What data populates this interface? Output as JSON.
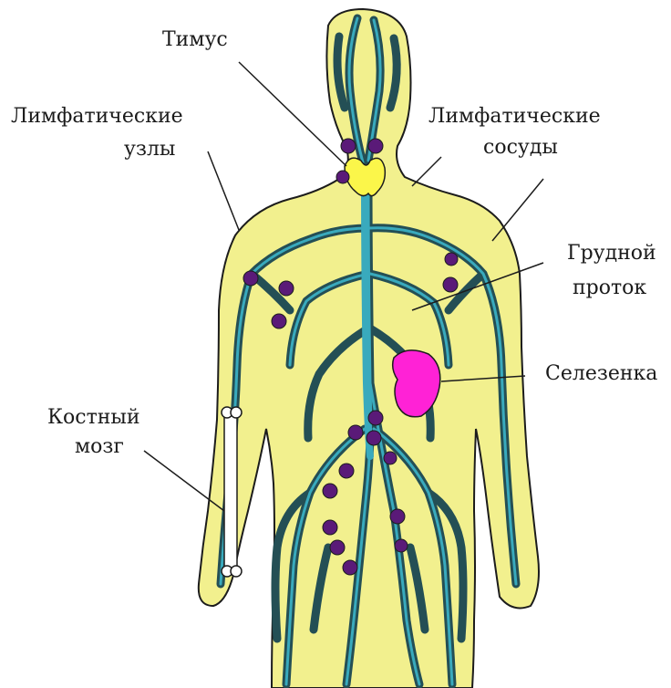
{
  "labels": {
    "thymus": "Тимус",
    "lymph_nodes_line1": "Лимфатические",
    "lymph_nodes_line2": "узлы",
    "lymph_vessels_line1": "Лимфатические",
    "lymph_vessels_line2": "сосуды",
    "thoracic_duct_line1": "Грудной",
    "thoracic_duct_line2": "проток",
    "spleen": "Селезенка",
    "bone_marrow_line1": "Костный",
    "bone_marrow_line2": "мозг"
  },
  "colors": {
    "body_fill": "#f2f08e",
    "body_outline": "#1c1c1c",
    "vessel_dark": "#244f55",
    "vessel_light": "#39aabd",
    "node": "#5a1a78",
    "spleen": "#ff22d6",
    "thymus": "#fbf64a",
    "bone": "#ffffff"
  }
}
